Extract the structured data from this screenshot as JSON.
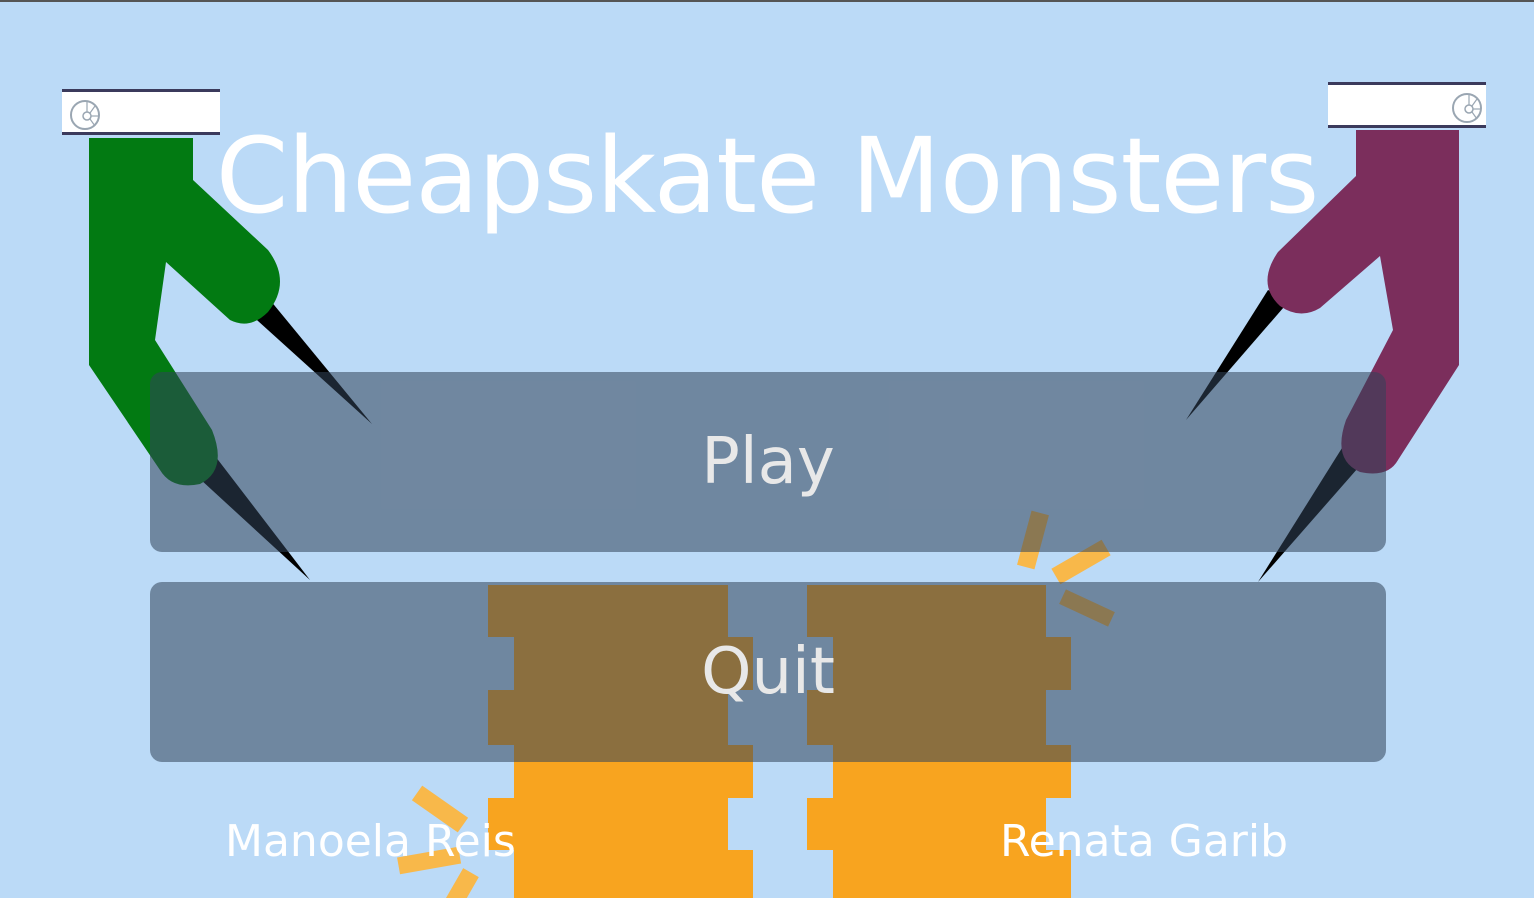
{
  "game": {
    "title": "Cheapskate Monsters"
  },
  "menu": {
    "play_label": "Play",
    "quit_label": "Quit"
  },
  "credits": {
    "left_author": "Manoela Reis",
    "right_author": "Renata Garib"
  },
  "players": {
    "left": {
      "claw_color": "#027a12",
      "tag_icon": "gear-wheel-icon"
    },
    "right": {
      "claw_color": "#7b2e5c",
      "tag_icon": "gear-wheel-icon"
    }
  },
  "colors": {
    "background": "#bbdaf7",
    "button_fill": "#708399",
    "coin": "#f8a41f",
    "coin_shaded": "#98640f",
    "claw_tip": "#000000"
  },
  "decorations": {
    "coins": [
      "coin-stack-left",
      "coin-stack-right"
    ],
    "sparkles": [
      "sparkle-right",
      "sparkle-left"
    ]
  }
}
